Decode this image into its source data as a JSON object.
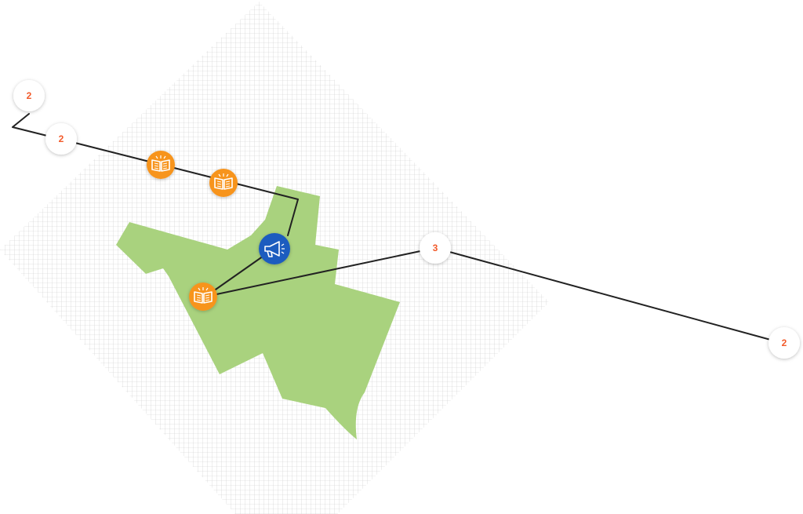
{
  "map": {
    "colors": {
      "grid_line": "#c9c9c9",
      "area_fill": "#a9d27e",
      "route_line": "#222222",
      "badge_text": "#f25a2a",
      "library_marker": "#f7941d",
      "announcement_marker": "#1c5bbf",
      "marker_icon": "#ffffff"
    },
    "cluster_badges": [
      {
        "id": "cluster-badge-top-left",
        "count": "2"
      },
      {
        "id": "cluster-badge-upper-left",
        "count": "2"
      },
      {
        "id": "cluster-badge-center",
        "count": "3"
      },
      {
        "id": "cluster-badge-right",
        "count": "2"
      }
    ],
    "markers": [
      {
        "id": "library-marker-1",
        "icon": "open-book-icon"
      },
      {
        "id": "library-marker-2",
        "icon": "open-book-icon"
      },
      {
        "id": "library-marker-3",
        "icon": "open-book-icon"
      },
      {
        "id": "announcement-marker",
        "icon": "megaphone-icon"
      }
    ]
  }
}
